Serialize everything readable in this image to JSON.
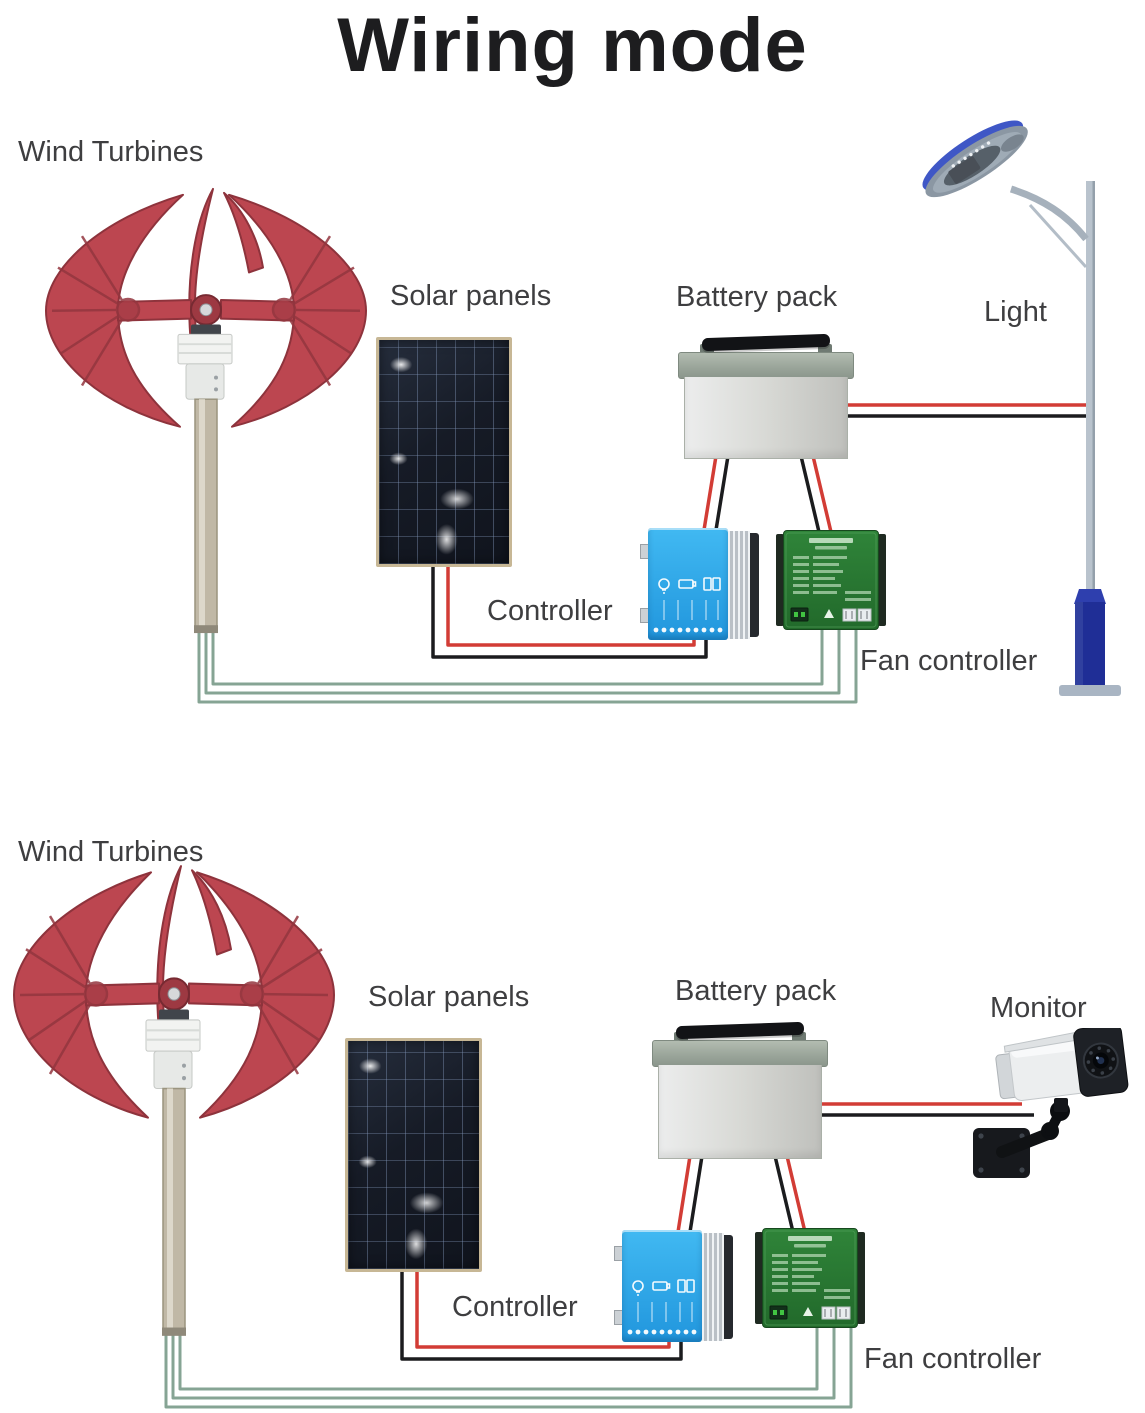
{
  "title": "Wiring mode",
  "colors": {
    "turbine_red": "#bc4650",
    "solar_panel_dark": "#161b26",
    "battery_gray": "#d8d9d5",
    "controller_blue": "#2aa7e8",
    "fan_controller_green": "#2c7a33",
    "wire_red": "#d23c35",
    "wire_black": "#1b1c1e",
    "wire_green": "#86a494",
    "pole_gray": "#b9c3cd",
    "pole_base_blue": "#1f2e96",
    "lamp_blue": "#3f57c6",
    "label_text": "#3e3e40"
  },
  "diagram_top": {
    "labels": {
      "wind_turbines": "Wind Turbines",
      "solar_panels": "Solar panels",
      "battery_pack": "Battery pack",
      "light": "Light",
      "controller": "Controller",
      "fan_controller": "Fan controller"
    }
  },
  "diagram_bottom": {
    "labels": {
      "wind_turbines": "Wind Turbines",
      "solar_panels": "Solar panels",
      "battery_pack": "Battery pack",
      "monitor": "Monitor",
      "controller": "Controller",
      "fan_controller": "Fan controller"
    }
  }
}
